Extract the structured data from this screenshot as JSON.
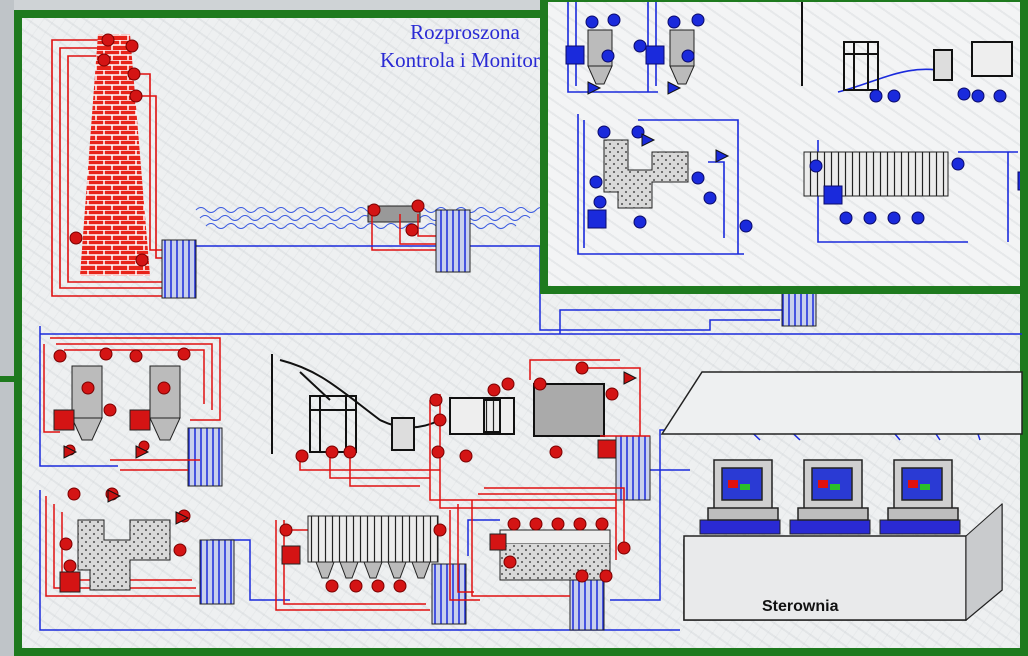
{
  "title_lines": [
    "Rozproszona",
    "Kontrola i Monitoring"
  ],
  "control_room_label": "Sterownia",
  "colors": {
    "frame_green": "#1e7a1e",
    "wire_red": "#e01010",
    "wire_blue": "#1a2adc",
    "title_blue": "#2a2ad4"
  }
}
